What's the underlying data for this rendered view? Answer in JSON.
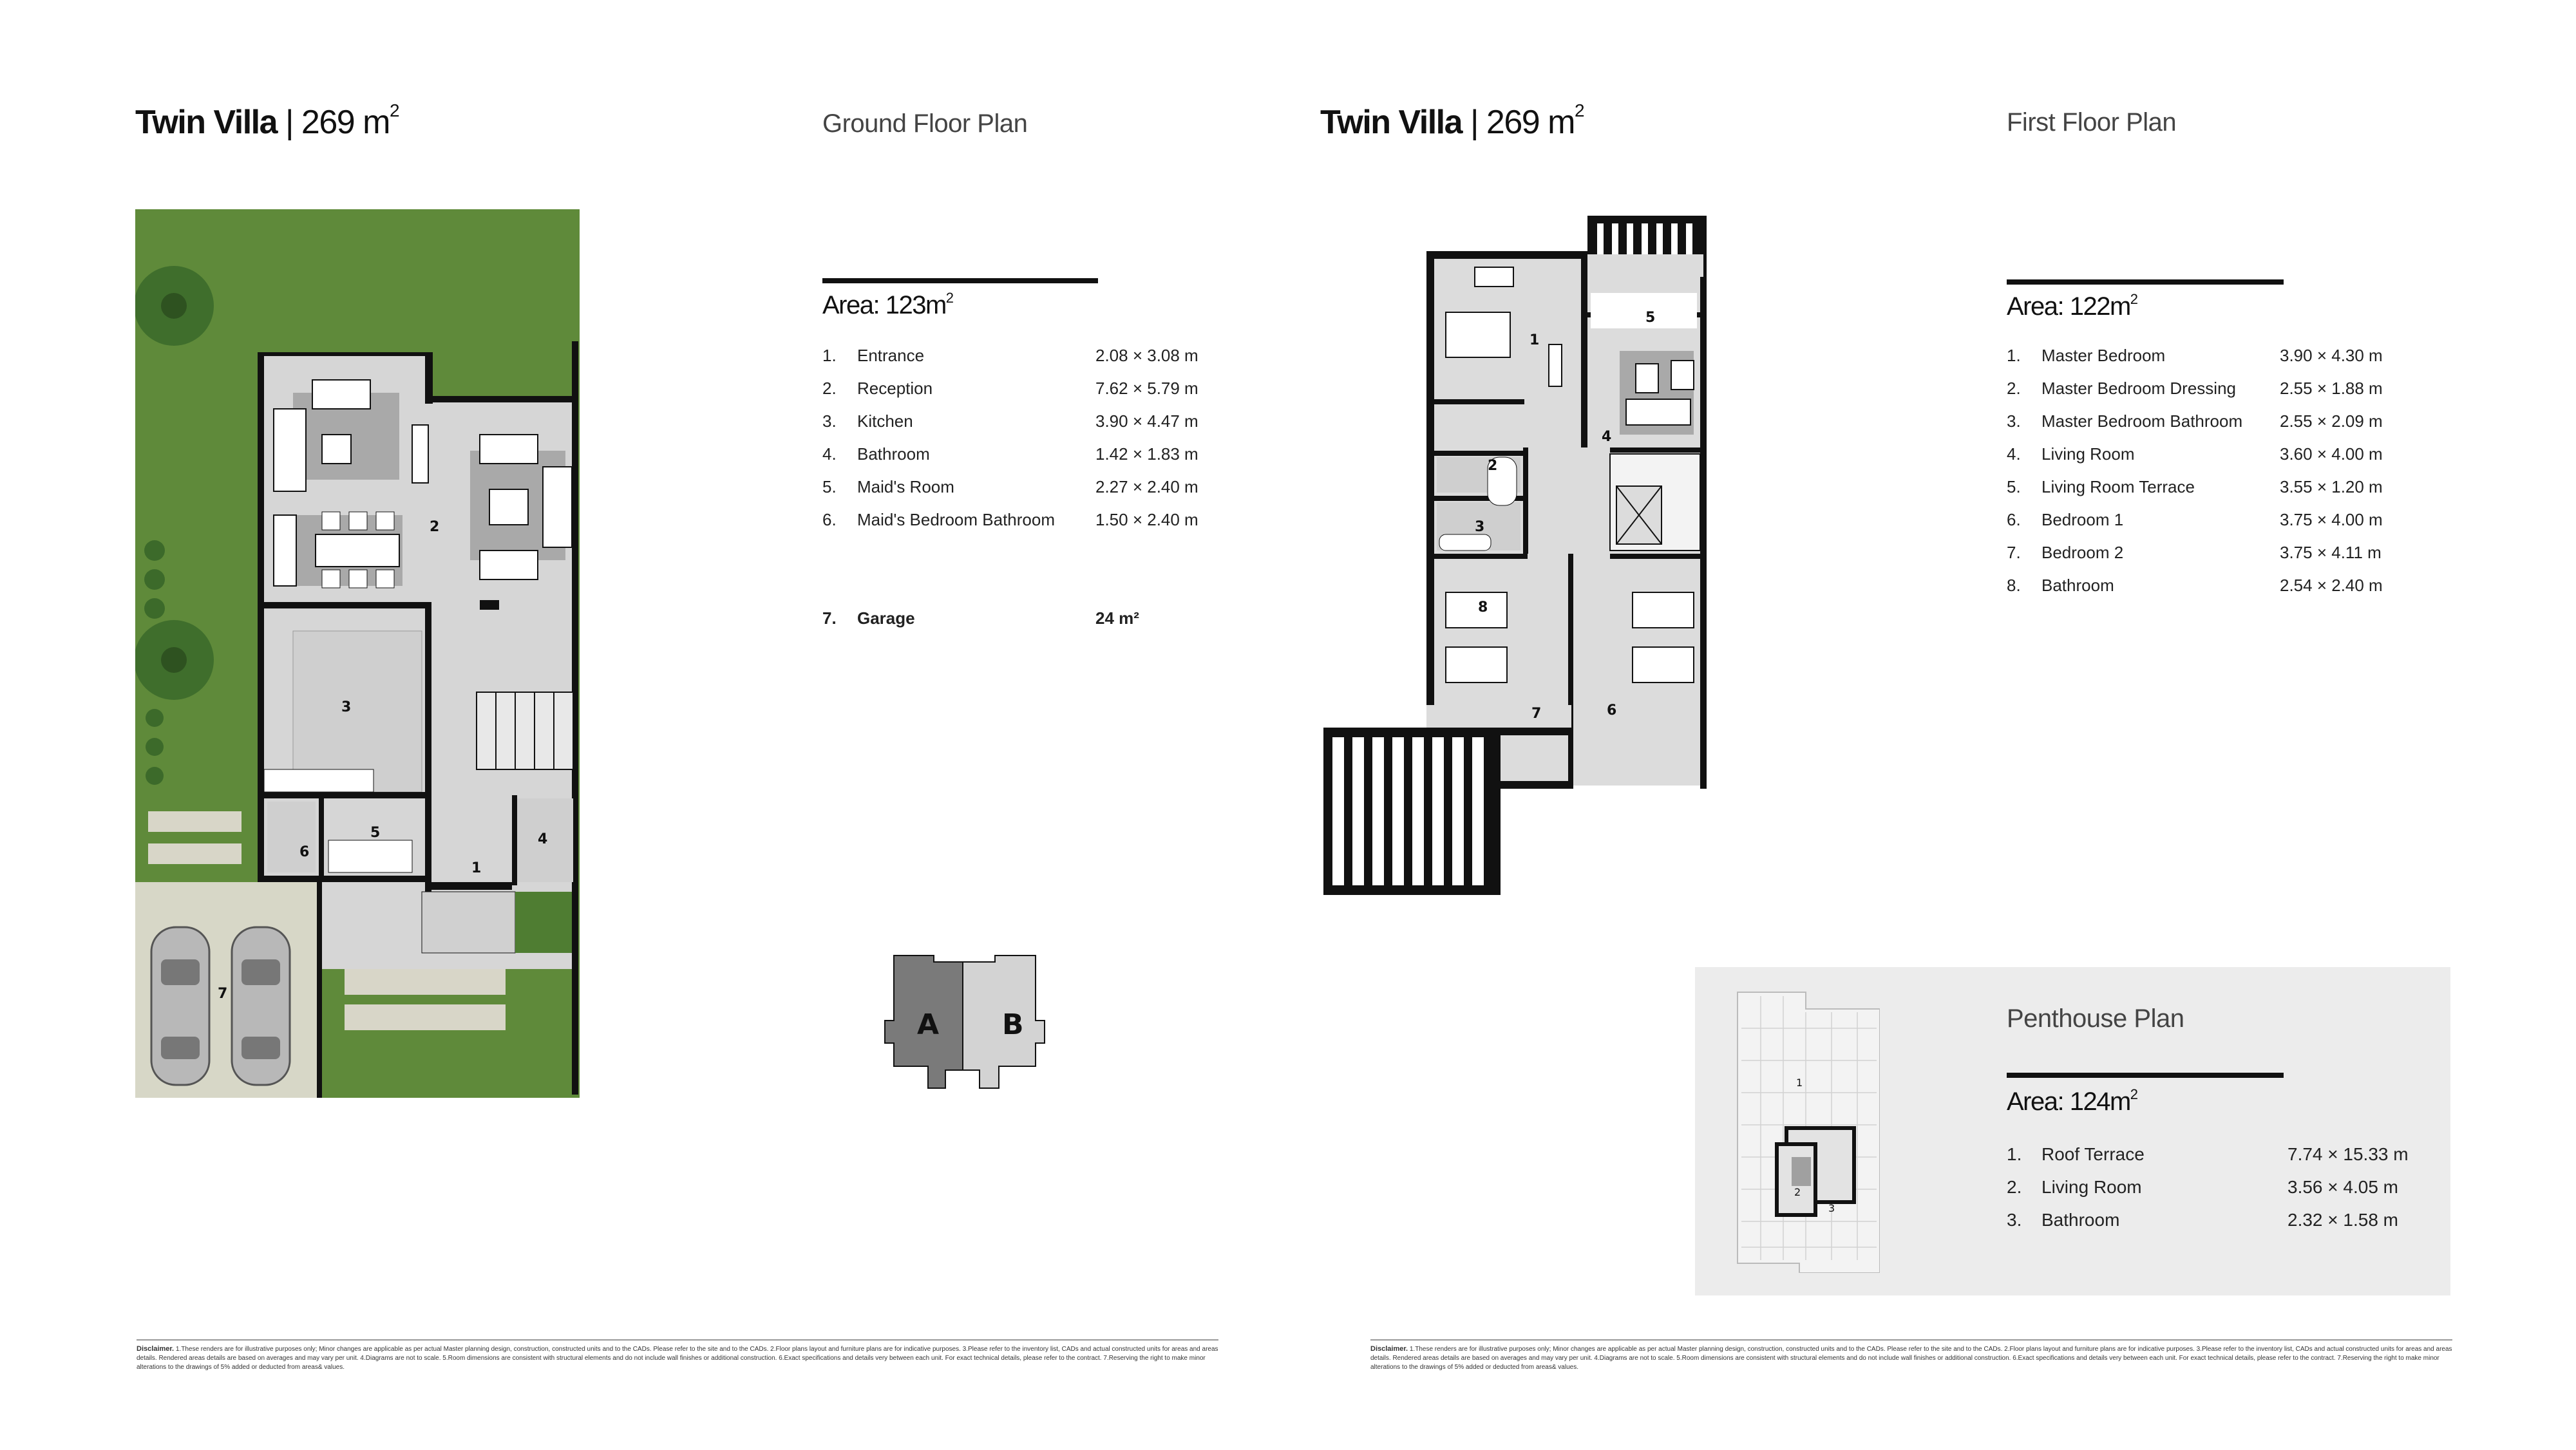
{
  "left_page": {
    "title_bold": "Twin Villa",
    "title_sep": " | ",
    "title_area": "269 m",
    "title_sup": "2",
    "plan_title": "Ground Floor Plan",
    "area_label": "Area: 123m",
    "area_sup": "2",
    "rooms": [
      {
        "num": "1.",
        "name": "Entrance",
        "dims": "2.08 × 3.08 m"
      },
      {
        "num": "2.",
        "name": "Reception",
        "dims": "7.62 × 5.79 m"
      },
      {
        "num": "3.",
        "name": "Kitchen",
        "dims": "3.90 × 4.47 m"
      },
      {
        "num": "4.",
        "name": "Bathroom",
        "dims": "1.42 × 1.83 m"
      },
      {
        "num": "5.",
        "name": "Maid's Room",
        "dims": "2.27 × 2.40 m"
      },
      {
        "num": "6.",
        "name": "Maid's Bedroom Bathroom",
        "dims": "1.50 × 2.40 m"
      }
    ],
    "garage": {
      "num": "7.",
      "name": "Garage",
      "dims": "24 m²"
    },
    "plan_labels": [
      "1",
      "2",
      "3",
      "4",
      "5",
      "6",
      "7"
    ],
    "key_plan": {
      "unit_a": "A",
      "unit_b": "B",
      "unit_a_color": "#7a7a7a",
      "unit_b_color": "#d3d3d3"
    }
  },
  "right_page": {
    "title_bold": "Twin Villa",
    "title_sep": " | ",
    "title_area": "269 m",
    "title_sup": "2",
    "plan_title": "First Floor Plan",
    "area_label": "Area: 122m",
    "area_sup": "2",
    "rooms": [
      {
        "num": "1.",
        "name": "Master Bedroom",
        "dims": "3.90 × 4.30 m"
      },
      {
        "num": "2.",
        "name": "Master Bedroom Dressing",
        "dims": "2.55 × 1.88 m"
      },
      {
        "num": "3.",
        "name": "Master Bedroom Bathroom",
        "dims": "2.55 × 2.09 m"
      },
      {
        "num": "4.",
        "name": "Living Room",
        "dims": "3.60 × 4.00 m"
      },
      {
        "num": "5.",
        "name": "Living Room Terrace",
        "dims": "3.55 × 1.20 m"
      },
      {
        "num": "6.",
        "name": "Bedroom 1",
        "dims": "3.75 × 4.00 m"
      },
      {
        "num": "7.",
        "name": "Bedroom 2",
        "dims": "3.75 × 4.11 m"
      },
      {
        "num": "8.",
        "name": "Bathroom",
        "dims": "2.54 × 2.40 m"
      }
    ],
    "plan_labels": [
      "1",
      "2",
      "3",
      "4",
      "5",
      "6",
      "7",
      "8"
    ],
    "penthouse": {
      "plan_title": "Penthouse Plan",
      "area_label": "Area: 124m",
      "area_sup": "2",
      "rooms": [
        {
          "num": "1.",
          "name": "Roof Terrace",
          "dims": "7.74 × 15.33 m"
        },
        {
          "num": "2.",
          "name": "Living Room",
          "dims": "3.56 × 4.05 m"
        },
        {
          "num": "3.",
          "name": "Bathroom",
          "dims": "2.32 × 1.58 m"
        }
      ],
      "plan_labels": [
        "1",
        "2",
        "3"
      ],
      "box_color": "#ececec"
    }
  },
  "disclaimer": {
    "label": "Disclaimer.",
    "text": " 1.These renders are for illustrative purposes only; Minor changes are applicable as per actual Master planning design, construction, constructed units and to the CADs. Please refer to the site and to the CADs. 2.Floor plans layout and furniture plans are for indicative purposes. 3.Please refer to the inventory list, CADs and actual constructed units for areas and areas details. Rendered areas details are based on averages and may vary per unit. 4.Diagrams are not to scale. 5.Room dimensions are consistent with structural elements and do not include wall finishes or additional construction. 6.Exact specifications and details very between each unit. For exact technical details, please refer to the contract. 7.Reserving the right to make minor alterations to the drawings of 5% added or deducted from areas& values."
  },
  "colors": {
    "grass": "#5f8a3a",
    "floor": "#d6d6d6",
    "wall": "#111111",
    "accent_rule": "#111111"
  }
}
